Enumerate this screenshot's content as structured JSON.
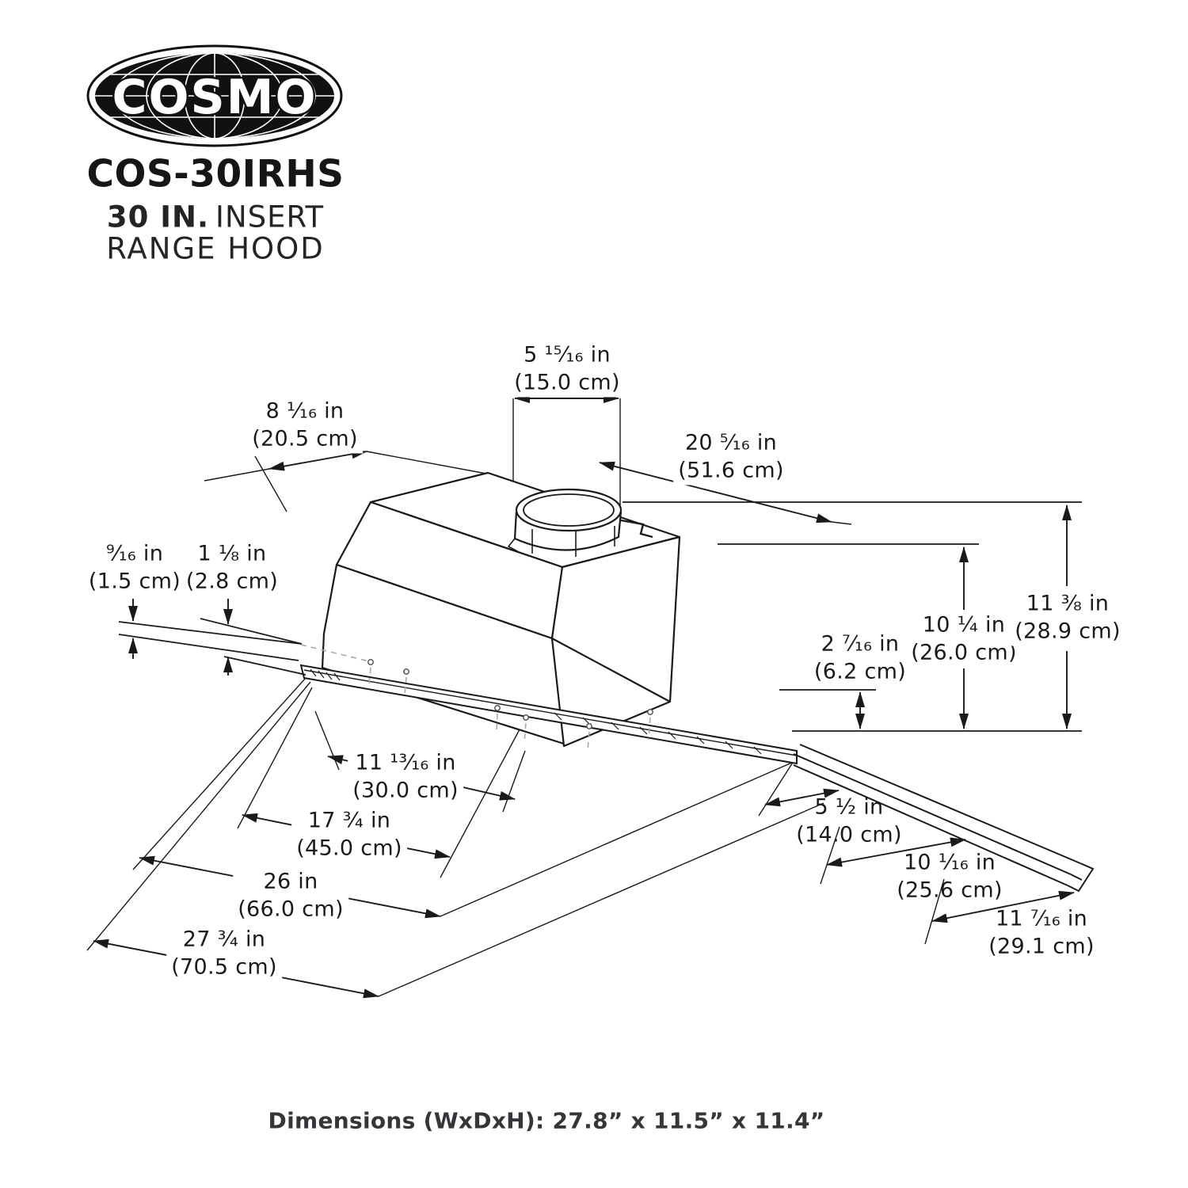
{
  "brand": {
    "logo_text": "COSMO",
    "model": "COS-30IRHS",
    "size_label": "30 IN.",
    "type_word_1": "INSERT",
    "type_word_2": "RANGE HOOD"
  },
  "diagram": {
    "dims": {
      "duct_diameter": {
        "in": "5 ¹⁵⁄₁₆ in",
        "cm": "(15.0 cm)"
      },
      "top_rear_offset": {
        "in": "8 ¹⁄₁₆ in",
        "cm": "(20.5 cm)"
      },
      "top_depth": {
        "in": "20 ⁵⁄₁₆ in",
        "cm": "(51.6 cm)"
      },
      "flange_lip": {
        "in": "⁹⁄₁₆ in",
        "cm": "(1.5 cm)"
      },
      "flange_height": {
        "in": "1 ⅛ in",
        "cm": "(2.8 cm)"
      },
      "bottom_band": {
        "in": "2 ⁷⁄₁₆ in",
        "cm": "(6.2 cm)"
      },
      "body_height": {
        "in": "10 ¼ in",
        "cm": "(26.0 cm)"
      },
      "total_height": {
        "in": "11 ⅜ in",
        "cm": "(28.9 cm)"
      },
      "holes_inner": {
        "in": "11 ¹³⁄₁₆ in",
        "cm": "(30.0 cm)"
      },
      "holes_outer": {
        "in": "17 ¾ in",
        "cm": "(45.0 cm)"
      },
      "body_width": {
        "in": "26 in",
        "cm": "(66.0 cm)"
      },
      "flange_width": {
        "in": "27 ¾ in",
        "cm": "(70.5 cm)"
      },
      "side_offset": {
        "in": "5 ½ in",
        "cm": "(14.0 cm)"
      },
      "side_depth": {
        "in": "10 ¹⁄₁₆ in",
        "cm": "(25.6 cm)"
      },
      "flange_depth": {
        "in": "11 ⁷⁄₁₆ in",
        "cm": "(29.1 cm)"
      }
    }
  },
  "footer": {
    "dimensions_label": "Dimensions (WxDxH): 27.8” x 11.5” x 11.4”"
  },
  "colors": {
    "line": "#1a1a1a",
    "hidden_line": "#a9a9a9",
    "logo_fill": "#111111"
  }
}
